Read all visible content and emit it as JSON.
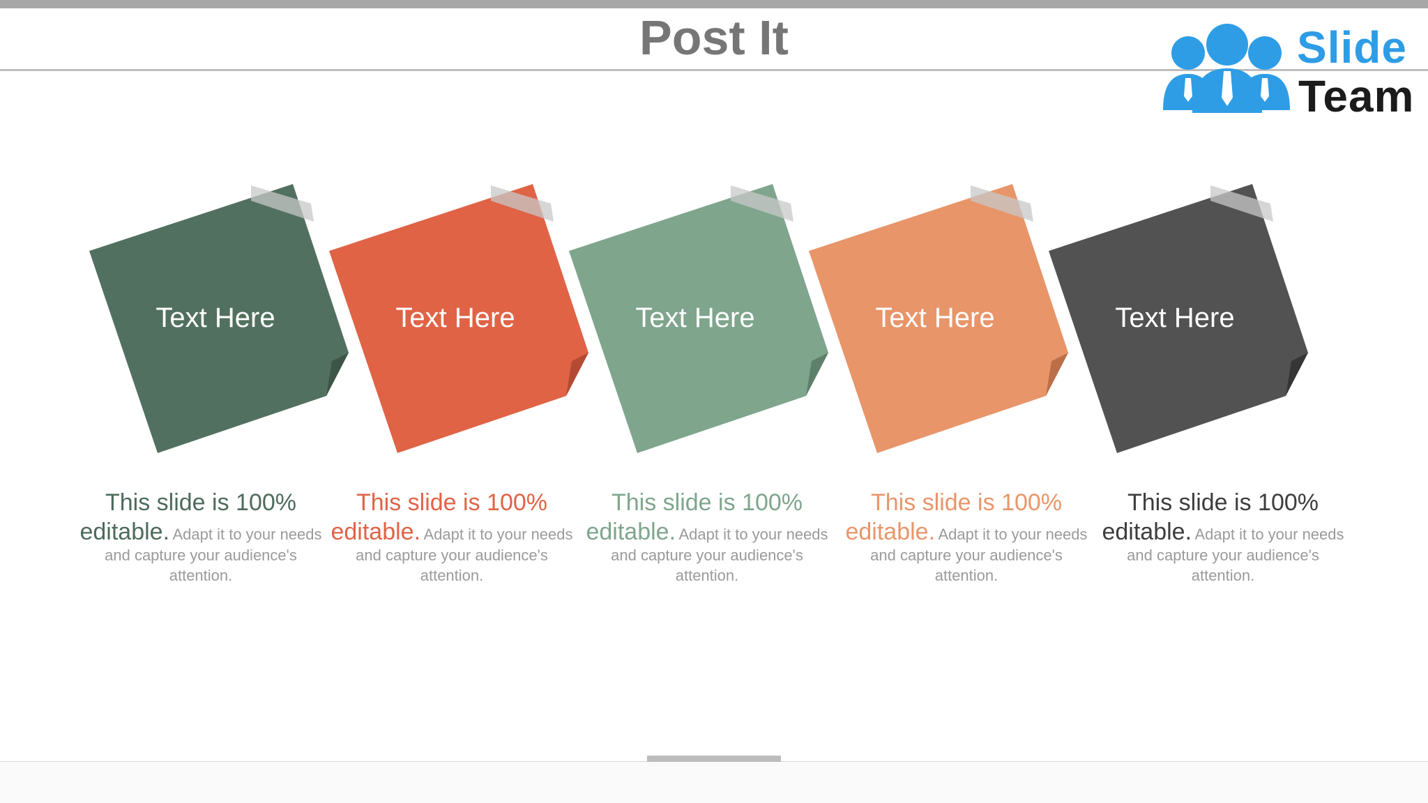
{
  "slide": {
    "title": "Post It"
  },
  "logo": {
    "word1": "Slide",
    "word2": "Team",
    "icon": "people-group-icon",
    "colors": {
      "primary": "#2e9de6",
      "secondary": "#1b1b1b"
    }
  },
  "notes": [
    {
      "label": "Text Here",
      "color": "#52705f",
      "fold": "#3d5548",
      "caption_lead": "This slide is 100% editable.",
      "caption_body": "Adapt it to your needs and capture your audience's attention.",
      "caption_color": "#4d6b5b"
    },
    {
      "label": "Text Here",
      "color": "#e06346",
      "fold": "#b44a32",
      "caption_lead": "This slide is 100% editable.",
      "caption_body": "Adapt it to your needs and capture your audience's attention.",
      "caption_color": "#e06346"
    },
    {
      "label": "Text Here",
      "color": "#7fa58d",
      "fold": "#5e806a",
      "caption_lead": "This slide is 100% editable.",
      "caption_body": "Adapt it to your needs and capture your audience's attention.",
      "caption_color": "#7fa58d"
    },
    {
      "label": "Text Here",
      "color": "#e8956a",
      "fold": "#bb6f48",
      "caption_lead": "This slide is 100% editable.",
      "caption_body": "Adapt it to your needs and capture your audience's attention.",
      "caption_color": "#e8956a"
    },
    {
      "label": "Text Here",
      "color": "#535253",
      "fold": "#373637",
      "caption_lead": "This slide is 100% editable.",
      "caption_body": "Adapt it to your needs and capture your audience's attention.",
      "caption_color": "#3d3d3d"
    }
  ]
}
